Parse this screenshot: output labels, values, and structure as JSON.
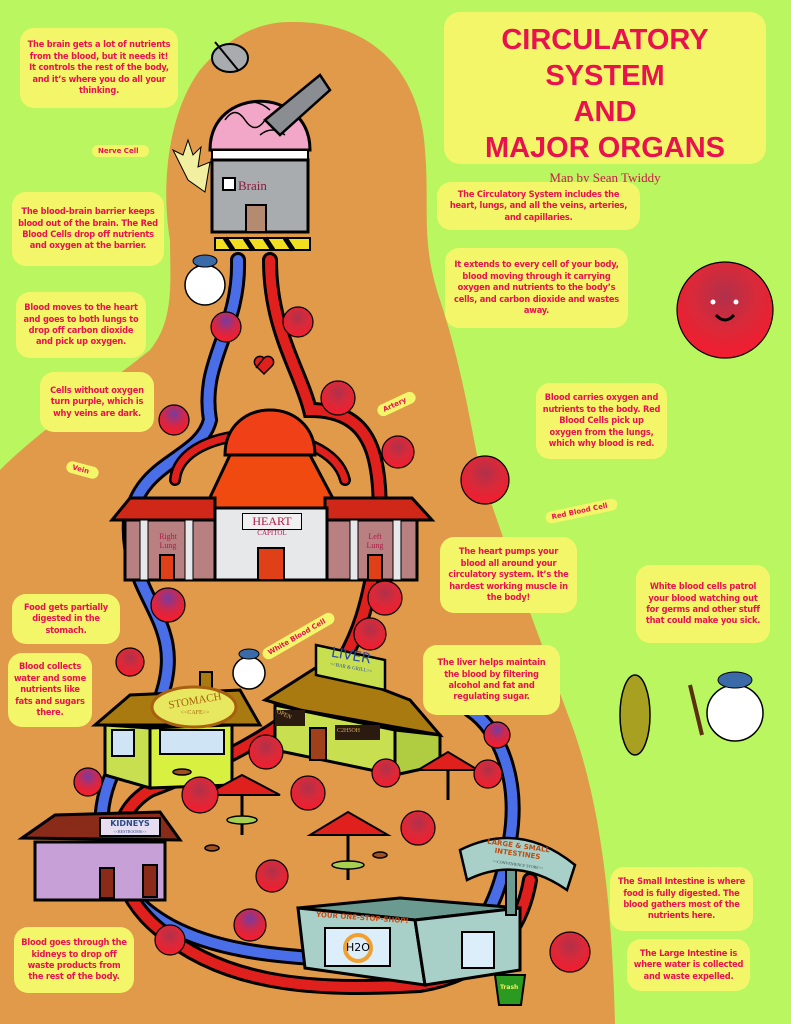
{
  "title": {
    "line1": "CIRCULATORY SYSTEM",
    "line2": "AND",
    "line3": "MAJOR ORGANS",
    "byline": "Map by Sean Twiddy"
  },
  "bubbles": {
    "brain": "The brain gets a lot of nutrients from the blood, but it needs it! It controls the rest of the body, and it’s where you do all your thinking.",
    "barrier": "The blood-brain barrier keeps blood out of the brain. The Red Blood Cells drop off nutrients and oxygen at the barrier.",
    "lungs": "Blood moves to the heart and goes to both lungs to drop off carbon dioxide and pick up oxygen.",
    "purple": "Cells without oxygen turn purple, which is why veins are dark.",
    "includes": "The Circulatory System includes the heart, lungs, and all the veins, arteries, and capillaries.",
    "extends": "It extends to every cell of your body, blood moving through it carrying oxygen and nutrients to the body’s cells, and carbon dioxide and wastes away.",
    "carries": "Blood carries oxygen and nutrients to the body. Red Blood Cells pick up oxygen from the lungs, which why blood is red.",
    "heart": "The heart pumps your blood all around your circulatory system. It’s the hardest working muscle in the body!",
    "white_cells": "White blood cells patrol your blood watching out for germs and other stuff that could make you sick.",
    "liver": "The liver helps maintain the blood by filtering alcohol and fat and regulating sugar.",
    "stomach": "Food gets partially digested in the stomach.",
    "collects": "Blood collects water and some nutrients like fats and sugars there.",
    "kidneys": "Blood goes through the kidneys to drop off waste products from the rest of the body.",
    "small_intestine": "The Small Intestine is where food is fully digested. The blood gathers most of the nutrients here.",
    "large_intestine": "The Large Intestine is where water is collected and waste expelled."
  },
  "labels": {
    "nerve_cell": "Nerve Cell",
    "artery": "Artery",
    "vein": "Vein",
    "red_blood_cell": "Red Blood Cell",
    "white_blood_cell": "White Blood Cell"
  },
  "signs": {
    "brain": "Brain",
    "heart": "HEART",
    "capitol": "CAPITOL",
    "right_lung": "Right Lung",
    "left_lung": "Left Lung",
    "liver": "LIVER",
    "liver_sub": "<<BAR & GRILL>>",
    "open": "OPEN",
    "ethanol": "C2H5OH",
    "stomach": "STOMACH",
    "stomach_sub": "<<CAFE>>",
    "kidneys": "KIDNEYS",
    "kidneys_sub": "<<RESTROOMS>>",
    "intestines": "LARGE & SMALL INTESTINES",
    "intestines_sub": "<<CONVENIENCE STORE>>",
    "shop": "YOUR ONE-STOP-SHOP!",
    "h2o": "H2O",
    "trash": "Trash"
  },
  "colors": {
    "background": "#b9f65f",
    "body": "#e09a4a",
    "bubble": "#f4f66a",
    "text": "#e8124f",
    "artery": "#e0201c",
    "vein": "#4a6ee8"
  }
}
